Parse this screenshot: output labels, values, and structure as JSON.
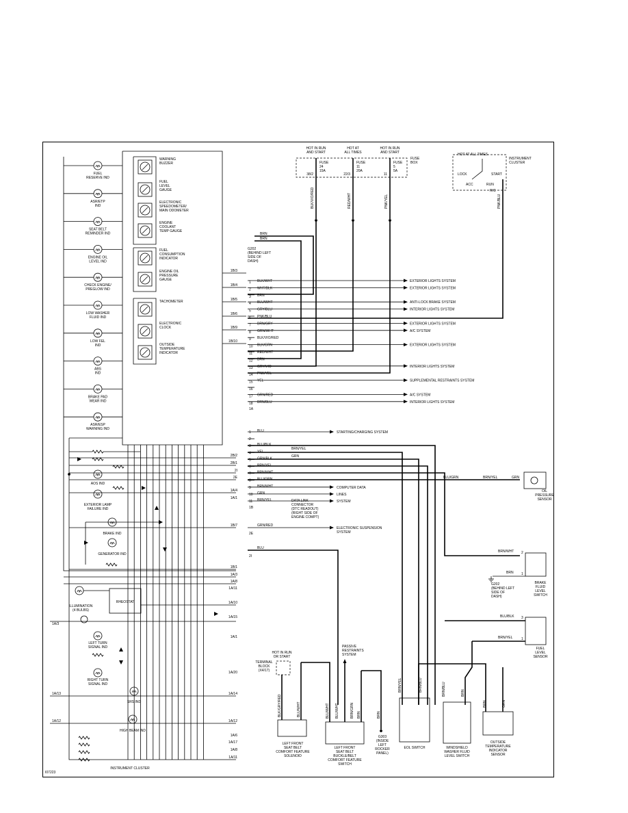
{
  "diagram_id": "I07223",
  "cluster": {
    "title": "INSTRUMENT CLUSTER",
    "indicators": [
      [
        "FUEL",
        "RESERVE IND"
      ],
      [
        "ASR/ETP",
        "IND"
      ],
      [
        "SEAT BELT",
        "REMINDER IND"
      ],
      [
        "ENGINE OIL",
        "LEVEL IND"
      ],
      [
        "CHECK ENGINE/",
        "PREGLOW IND"
      ],
      [
        "LOW WASHER",
        "FLUID IND"
      ],
      [
        "LOW FEL",
        "IND"
      ],
      [
        "ABS",
        "IND"
      ],
      [
        "BRAKE PAD",
        "WEAR IND"
      ],
      [
        "ASR/ESP",
        "WARNING IND"
      ]
    ],
    "gauges": [
      [
        "WARNING",
        "BUZZER"
      ],
      [
        "FUEL",
        "LEVEL",
        "GAUGE"
      ],
      [
        "ELECTRONIC",
        "SPEEDOMETER/",
        "MAIN ODOMETER"
      ],
      [
        "ENGINE",
        "COOLANT",
        "TEMP GAUGE"
      ],
      [
        "FUEL",
        "CONSUMPTION",
        "INDICATOR"
      ],
      [
        "ENGINE OIL",
        "PRESSURE",
        "GAUGE"
      ],
      [
        "TACHOMETER"
      ],
      [
        "ELECTRONIC",
        "CLOCK"
      ],
      [
        "OUTSIDE",
        "TEMPERATURE",
        "INDICATOR"
      ]
    ],
    "lower": {
      "aos": "AOS IND",
      "ext_lamp": [
        "EXTERIOR LAMP",
        "FAILURE IND"
      ],
      "brake": "BRAKE IND",
      "generator": "GENERATOR IND",
      "rheostat": "RHEOSTAT",
      "illumination": [
        "ILLUMINATION",
        "(4 BULBS)"
      ],
      "left_turn": [
        "LEFT TURN",
        "SIGNAL IND"
      ],
      "right_turn": [
        "RIGHT TURN",
        "SIGNAL IND"
      ],
      "srs": "SRS IND",
      "high_beam": "HIGH BEAM IND"
    },
    "pins_a": [
      "1B/3",
      "1B/4",
      "1B/5",
      "1B/6",
      "1B/9",
      "1B/10"
    ],
    "pins_b": [
      "2B/2",
      "2B/1",
      "2I",
      "2E",
      "1A/4",
      "1A/1",
      "1B/7",
      "1B/1",
      "1A/3",
      "1A/8",
      "1A/11",
      "1A/10",
      "1A/15",
      "1A/1",
      "1A/20",
      "1A/14",
      "1A/12",
      "1A/6",
      "1A/17",
      "1A/8",
      "1A/11"
    ],
    "left_pins": [
      "1A/3",
      "1A/13",
      "1A/12"
    ]
  },
  "fuses": {
    "label": [
      "FUSE",
      "BOX"
    ],
    "items": [
      {
        "hot": [
          "HOT IN RUN",
          "AND START"
        ],
        "fuse": [
          "FUSE",
          "24",
          "15A"
        ],
        "pin": "38/2",
        "wire": "BLK/VIO/RED"
      },
      {
        "hot": [
          "HOT AT",
          "ALL TIMES"
        ],
        "fuse": [
          "FUSE",
          "11",
          "20A"
        ],
        "pin": "22/3",
        "wire": "RED/WHT"
      },
      {
        "hot": [
          "HOT IN RUN",
          "AND START"
        ],
        "fuse": [
          "FUSE",
          "5",
          "5A"
        ],
        "pin": "11",
        "wire": "PNK/YEL"
      }
    ]
  },
  "ignition": {
    "hot": "HOT AT ALL TIMES",
    "label": [
      "INSTRUMENT",
      "CLUSTER"
    ],
    "lock": "LOCK",
    "start": "START",
    "acc": "ACC",
    "run": "RUN",
    "rc": "R/C",
    "wire": "PNK/BLU"
  },
  "g202_top": {
    "wires": [
      "BRN",
      "BRN"
    ],
    "label": [
      "G202",
      "(BEHIND LEFT",
      "SIDE OF",
      "DASH)"
    ]
  },
  "connector_1": {
    "name": "1A",
    "rows": [
      {
        "n": "1",
        "wire": "BLK/WHT",
        "dest": "EXTERIOR LIGHTS SYSTEM"
      },
      {
        "n": "2",
        "wire": "WHT/BLK",
        "dest": "EXTERIOR LIGHTS SYSTEM"
      },
      {
        "n": "3",
        "wire": "BRN",
        "dest": ""
      },
      {
        "n": "4",
        "wire": "BLU/WHT",
        "dest": "ANTI-LOCK BRAKE SYSTEM"
      },
      {
        "n": "5",
        "wire": "GRY/BLU",
        "dest": "INTERIOR LIGHTS SYSTEM"
      },
      {
        "n": "6",
        "wire": "PNK/BLU",
        "dest": ""
      },
      {
        "n": "7",
        "wire": "BRN/GRY",
        "dest": "EXTERIOR LIGHTS SYSTEM"
      },
      {
        "n": "8",
        "wire": "GRN/WHT",
        "dest": "A/C SYSTEM"
      },
      {
        "n": "9",
        "wire": "BLK/VIO/RED",
        "dest": ""
      },
      {
        "n": "10",
        "wire": "BLK/GRN",
        "dest": "EXTERIOR LIGHTS SYSTEM"
      },
      {
        "n": "11",
        "wire": "RED/WHT",
        "dest": ""
      },
      {
        "n": "12",
        "wire": "BRN",
        "dest": ""
      },
      {
        "n": "13",
        "wire": "GRY/VIO",
        "dest": "INTERIOR LIGHTS SYSTEM"
      },
      {
        "n": "14",
        "wire": "PNK/YEL",
        "dest": ""
      },
      {
        "n": "15",
        "wire": "YEL",
        "dest": "SUPPLEMENTAL RESTRAINTS SYSTEM"
      },
      {
        "n": "16",
        "wire": "",
        "dest": ""
      },
      {
        "n": "17",
        "wire": "GRN/RED",
        "dest": "A/C SYSTEM"
      },
      {
        "n": "18",
        "wire": "BRN/BLU",
        "dest": "INTERIOR LIGHTS SYSTEM"
      }
    ]
  },
  "connector_2": {
    "name": "1B",
    "rows": [
      {
        "n": "1",
        "wire": "BLU",
        "dest": "STARTING/CHARGING SYSTEM"
      },
      {
        "n": "2",
        "wire": "",
        "dest": ""
      },
      {
        "n": "3",
        "wire": "BLU/BLK",
        "dest": ""
      },
      {
        "n": "4",
        "wire": "YEL",
        "dest": ""
      },
      {
        "n": "5",
        "wire": "GRN/BLK",
        "dest": ""
      },
      {
        "n": "6",
        "wire": "BRN/YEL",
        "dest": ""
      },
      {
        "n": "7",
        "wire": "BRN/WHT",
        "dest": ""
      },
      {
        "n": "8",
        "wire": "BLU/GRN",
        "dest": ""
      },
      {
        "n": "9",
        "wire": "BRN/WHT",
        "dest": "COMPUTER DATA"
      },
      {
        "n": "10",
        "wire": "GRN",
        "dest": "LINES"
      },
      {
        "n": "11",
        "wire": "BRN/YEL",
        "dest": "SYSTEM"
      }
    ],
    "splice_wires": [
      "BRN/YEL",
      "GRN"
    ],
    "dlc": [
      "DATA LINK",
      "CONNECTOR",
      "(DTC READOUT)",
      "(RIGHT SIDE OF",
      "ENGINE COMPT)"
    ]
  },
  "connector_2e": {
    "name": "2E",
    "wire": "GRN/RED",
    "dest": [
      "ELECTRONIC SUSPENSION",
      "SYSTEM"
    ]
  },
  "connector_2i": {
    "name": "2I",
    "wire": "BLU"
  },
  "oil_sensor": {
    "label": [
      "OIL",
      "PRESSURE",
      "SENSOR"
    ],
    "wires": [
      "BLU/GRN",
      "BRN/YEL",
      "GRN"
    ]
  },
  "brake_switch": {
    "label": [
      "BRAKE",
      "FLUID",
      "LEVEL",
      "SWITCH"
    ],
    "wires": [
      "BRN/WHT",
      "BRN"
    ],
    "pins": [
      "2",
      "1"
    ],
    "ground": [
      "G202",
      "(BEHIND LEFT",
      "SIDE OF",
      "DASH)"
    ]
  },
  "fuel_sensor": {
    "label": [
      "FUEL",
      "LEVEL",
      "SENSOR"
    ],
    "wires": [
      "BLU/BLK",
      "BRN/YEL"
    ],
    "pins": [
      "3",
      "1"
    ]
  },
  "bottom": {
    "hot": [
      "HOT IN RUN",
      "OR START"
    ],
    "terminal": [
      "TERMINAL",
      "BLOCK",
      "(X4/17)"
    ],
    "passive": [
      "PASSIVE",
      "RESTRAINTS",
      "SYSTEM"
    ],
    "solenoid": {
      "label": [
        "LEFT FRONT",
        "SEAT BELT",
        "COMFORT FEATURE",
        "SOLENOID"
      ],
      "wires": [
        "BLK/GRY/RED",
        "BLU/WHT"
      ]
    },
    "buckle": {
      "label": [
        "LEFT FRONT",
        "SEAT BELT",
        "BUCKLE/BELT",
        "COMFORT FEATURE",
        "SWITCH"
      ],
      "wires": [
        "BLU/WHT",
        "BLU/WHT",
        "BRN/GRN",
        "BRN"
      ]
    },
    "g303": {
      "label": [
        "G303",
        "(INSIDE",
        "LEFT",
        "ROCKER",
        "PANEL)"
      ],
      "wire": "BRN"
    },
    "eol": {
      "label": [
        "EOL SWITCH"
      ],
      "wires": [
        "BRN/YEL",
        "BRN/BLU"
      ]
    },
    "washer": {
      "label": [
        "WINDSHIELD",
        "WASHER FLUID",
        "LEVEL SWITCH"
      ],
      "wires": [
        "BRN/BLU",
        "BRN"
      ]
    },
    "outside": {
      "label": [
        "OUTSIDE",
        "TEMPERATURE",
        "INDICATOR",
        "SENSOR"
      ],
      "wires": [
        "BRN",
        "GRN"
      ]
    }
  }
}
